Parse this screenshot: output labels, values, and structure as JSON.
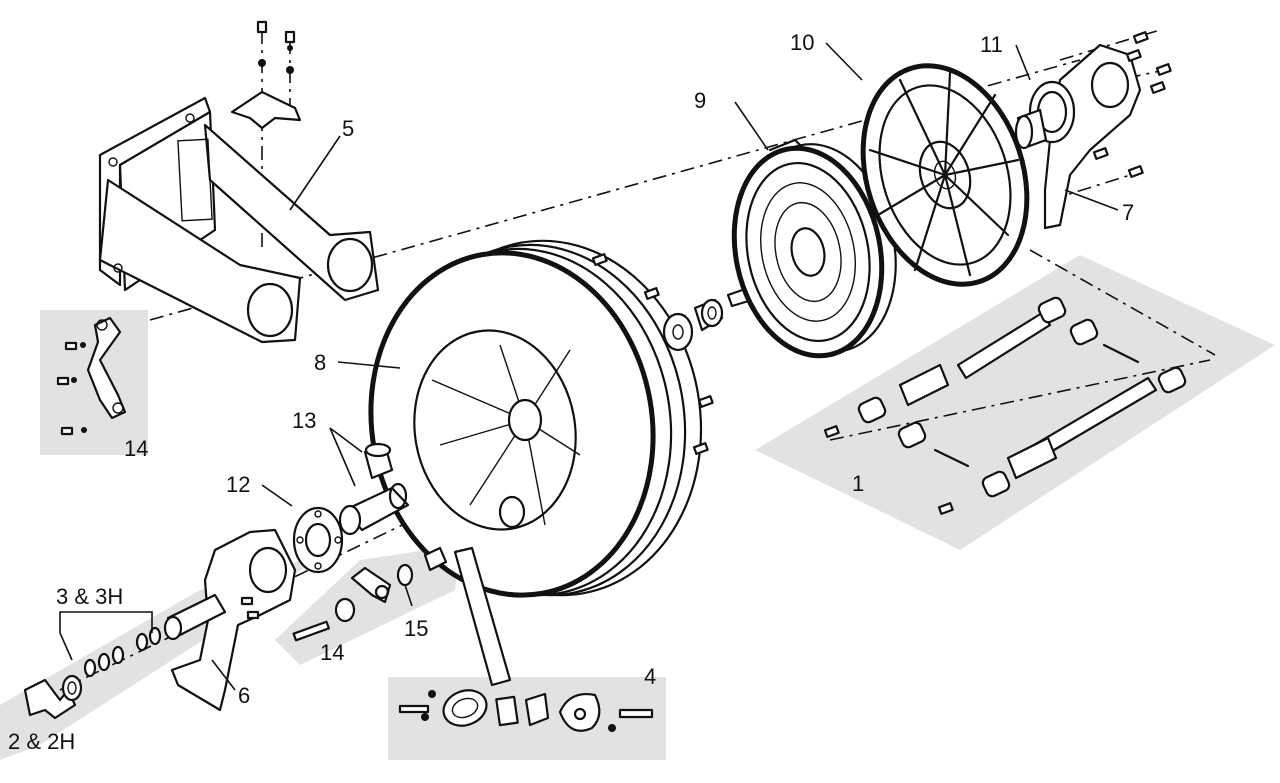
{
  "callouts": {
    "c1": "1",
    "c2": "2 & 2H",
    "c3": "3 & 3H",
    "c4": "4",
    "c5": "5",
    "c6": "6",
    "c7": "7",
    "c8": "8",
    "c9": "9",
    "c10": "10",
    "c11": "11",
    "c12": "12",
    "c13": "13",
    "c14a": "14",
    "c14b": "14",
    "c15": "15"
  },
  "colors": {
    "ink": "#111111",
    "shading": "#e2e2e2",
    "background": "#ffffff"
  }
}
